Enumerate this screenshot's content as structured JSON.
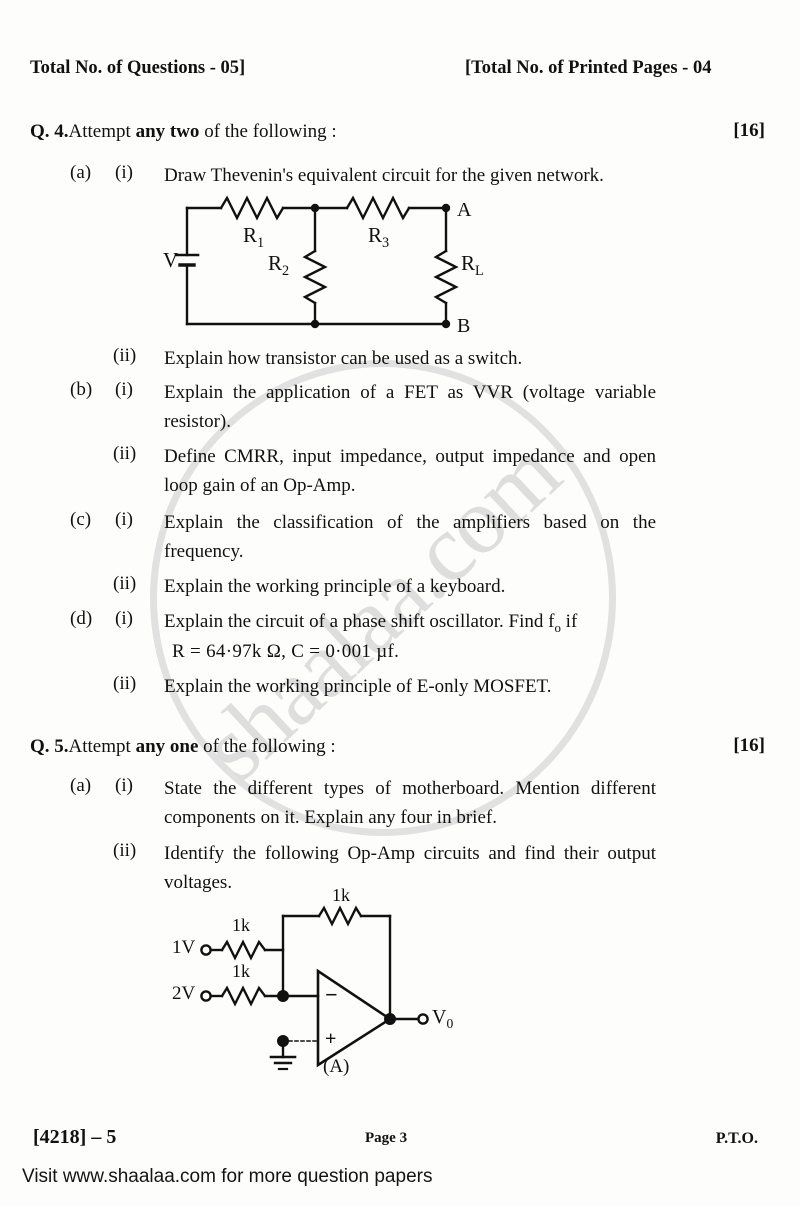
{
  "header": {
    "left": "Total No. of  Questions - 05]",
    "right": "[Total No. of Printed Pages - 04"
  },
  "watermark": {
    "text": "shaalaa.com",
    "color": "#dedede",
    "shape": "circle-ring"
  },
  "questions": [
    {
      "number": "Q. 4.",
      "instruction_pre": "Attempt ",
      "instruction_bold": "any two",
      "instruction_post": " of the following :",
      "marks": "[16]",
      "parts": [
        {
          "label": "(a)",
          "items": [
            {
              "roman": "(i)",
              "text": "Draw Thevenin's equivalent circuit for the given network.",
              "figure": "thevenin-network"
            },
            {
              "roman": "(ii)",
              "text": "Explain how transistor can be used as a switch."
            }
          ]
        },
        {
          "label": "(b)",
          "items": [
            {
              "roman": "(i)",
              "text": "Explain the application of a FET as VVR (voltage variable resistor)."
            },
            {
              "roman": "(ii)",
              "text": "Define CMRR, input impedance, output impedance and open loop gain of an Op-Amp."
            }
          ]
        },
        {
          "label": "(c)",
          "items": [
            {
              "roman": "(i)",
              "text": "Explain the classification of the amplifiers based on the frequency."
            },
            {
              "roman": "(ii)",
              "text": "Explain the working principle of a keyboard."
            }
          ]
        },
        {
          "label": "(d)",
          "items": [
            {
              "roman": "(i)",
              "text_line1": "Explain the circuit of a phase shift oscillator. Find f",
              "text_sub": "o",
              "text_line1b": " if",
              "text_line2": "R = 64·97k Ω, C = 0·001 µf."
            },
            {
              "roman": "(ii)",
              "text": "Explain the working principle of E-only MOSFET."
            }
          ]
        }
      ]
    },
    {
      "number": "Q. 5.",
      "instruction_pre": "Attempt ",
      "instruction_bold": "any one",
      "instruction_post": "  of the following :",
      "marks": "[16]",
      "parts": [
        {
          "label": "(a)",
          "items": [
            {
              "roman": "(i)",
              "text": "State the different types of motherboard. Mention different components on it. Explain any four in brief."
            },
            {
              "roman": "(ii)",
              "text": "Identify the following Op-Amp circuits and find their output voltages.",
              "figure": "opamp-summing"
            }
          ]
        }
      ]
    }
  ],
  "figures": {
    "thevenin": {
      "name": "thevenin-network",
      "source_label": "V",
      "r1": "R",
      "r1_sub": "1",
      "r2": "R",
      "r2_sub": "2",
      "r3": "R",
      "r3_sub": "3",
      "rl": "R",
      "rl_sub": "L",
      "node_a": "A",
      "node_b": "B"
    },
    "opamp": {
      "name": "opamp-summing",
      "input1_label": "1V",
      "input2_label": "2V",
      "r_in1": "1k",
      "r_in2": "1k",
      "r_feedback": "1k",
      "minus": "−",
      "plus": "+",
      "output_label": "V",
      "output_sub": "0",
      "caption": "(A)"
    }
  },
  "footer": {
    "code": "[4218] – 5",
    "page": "Page 3",
    "pto": "P.T.O.",
    "visit": "Visit www.shaalaa.com for more question papers"
  }
}
